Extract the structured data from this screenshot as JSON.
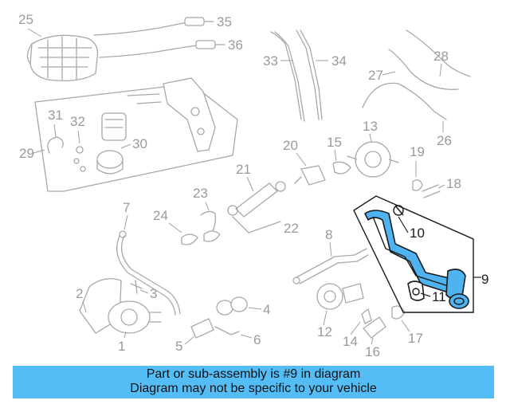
{
  "diagram": {
    "labels": [
      "1",
      "2",
      "3",
      "4",
      "5",
      "6",
      "7",
      "8",
      "9",
      "10",
      "11",
      "12",
      "13",
      "14",
      "15",
      "16",
      "17",
      "18",
      "19",
      "20",
      "21",
      "22",
      "23",
      "24",
      "25",
      "26",
      "27",
      "28",
      "29",
      "30",
      "31",
      "32",
      "33",
      "34",
      "35",
      "36"
    ],
    "highlighted_part": "9",
    "highlight_color": "#4fb3f0"
  },
  "caption": {
    "line1": "Part or sub-assembly is #9 in diagram",
    "line2": "Diagram may not be specific to your vehicle",
    "background": "#55bdf6"
  }
}
